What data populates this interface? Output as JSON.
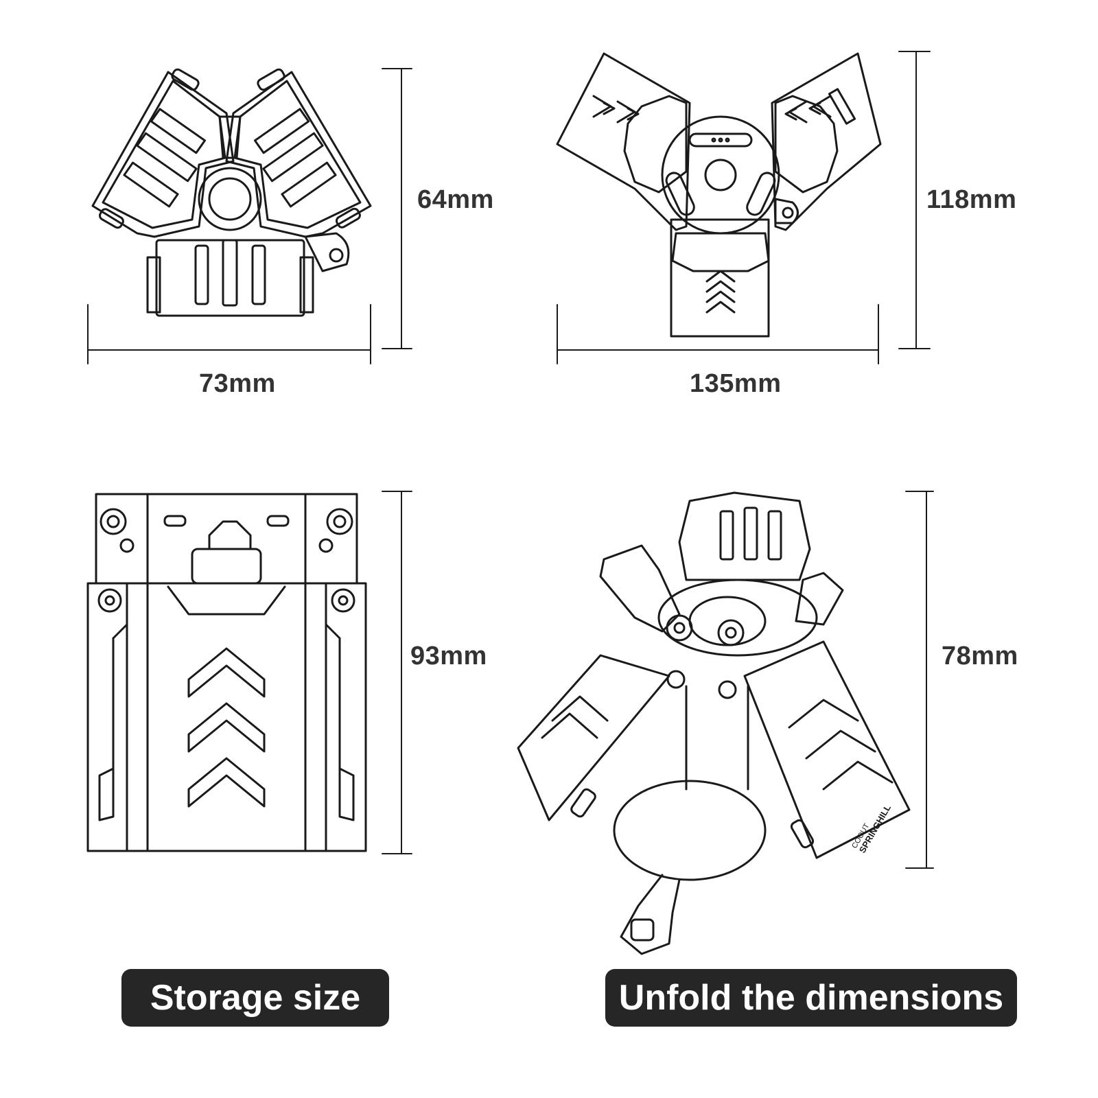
{
  "storage_top": {
    "width_label": "73mm",
    "height_label": "64mm"
  },
  "unfold_top": {
    "width_label": "135mm",
    "height_label": "118mm"
  },
  "storage_side": {
    "height_label": "93mm"
  },
  "unfold_side": {
    "height_label": "78mm",
    "logo_line1": "COOUT",
    "logo_line2": "SPRINGHILL"
  },
  "labels": {
    "storage": "Storage size",
    "unfold": "Unfold the dimensions"
  },
  "colors": {
    "line": "#1a1a1a",
    "pill_bg": "#262626",
    "pill_text": "#ffffff",
    "dim_text": "#333333"
  }
}
